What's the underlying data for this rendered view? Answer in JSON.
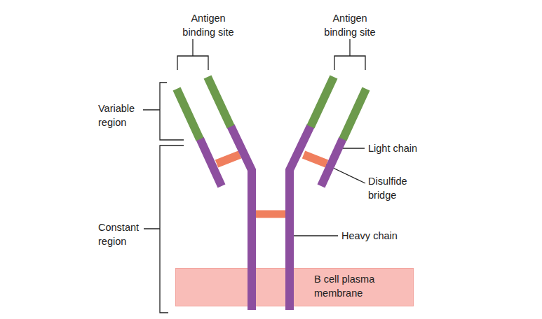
{
  "diagram": {
    "nodes": [
      {
        "text": [
          "B cell plasma membrane"
        ]
      }
    ],
    "labels": [
      "Antigen binding site",
      "Antigen binding site",
      "Variable region",
      "Constant region",
      "Light chain",
      "Disulfide bridge",
      "Heavy chain"
    ]
  }
}
